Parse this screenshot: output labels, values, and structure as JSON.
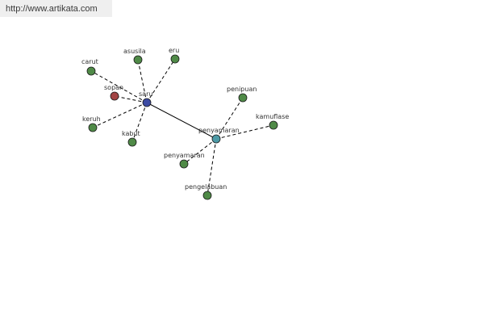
{
  "header": {
    "url": "http://www.artikata.com"
  },
  "colors": {
    "root": "#3c4aa3",
    "hub": "#4d9aa6",
    "related": "#4f8a47",
    "antonym": "#a34444",
    "edge": "#000000"
  },
  "graph": {
    "nodes": [
      {
        "id": "saru",
        "label": "saru",
        "kind": "root"
      },
      {
        "id": "penyamaran",
        "label": "penyamaran",
        "kind": "hub"
      },
      {
        "id": "carut",
        "label": "carut",
        "kind": "related"
      },
      {
        "id": "asusila",
        "label": "asusila",
        "kind": "related"
      },
      {
        "id": "eru",
        "label": "eru",
        "kind": "related"
      },
      {
        "id": "sopan",
        "label": "sopan",
        "kind": "antonym"
      },
      {
        "id": "keruh",
        "label": "keruh",
        "kind": "related"
      },
      {
        "id": "kabut",
        "label": "kabut",
        "kind": "related"
      },
      {
        "id": "penipuan",
        "label": "penipuan",
        "kind": "related"
      },
      {
        "id": "kamuflase",
        "label": "kamuflase",
        "kind": "related"
      },
      {
        "id": "penyamaran2",
        "label": "penyamaran",
        "kind": "related"
      },
      {
        "id": "pengelabuan",
        "label": "pengelabuan",
        "kind": "related"
      }
    ],
    "edges": [
      {
        "from": "saru",
        "to": "penyamaran",
        "style": "solid"
      },
      {
        "from": "saru",
        "to": "carut",
        "style": "dashed"
      },
      {
        "from": "saru",
        "to": "asusila",
        "style": "dashed"
      },
      {
        "from": "saru",
        "to": "eru",
        "style": "dashed"
      },
      {
        "from": "saru",
        "to": "sopan",
        "style": "dashed"
      },
      {
        "from": "saru",
        "to": "keruh",
        "style": "dashed"
      },
      {
        "from": "saru",
        "to": "kabut",
        "style": "dashed"
      },
      {
        "from": "penyamaran",
        "to": "penipuan",
        "style": "dashed"
      },
      {
        "from": "penyamaran",
        "to": "kamuflase",
        "style": "dashed"
      },
      {
        "from": "penyamaran",
        "to": "penyamaran2",
        "style": "dashed"
      },
      {
        "from": "penyamaran",
        "to": "pengelabuan",
        "style": "dashed"
      }
    ]
  }
}
